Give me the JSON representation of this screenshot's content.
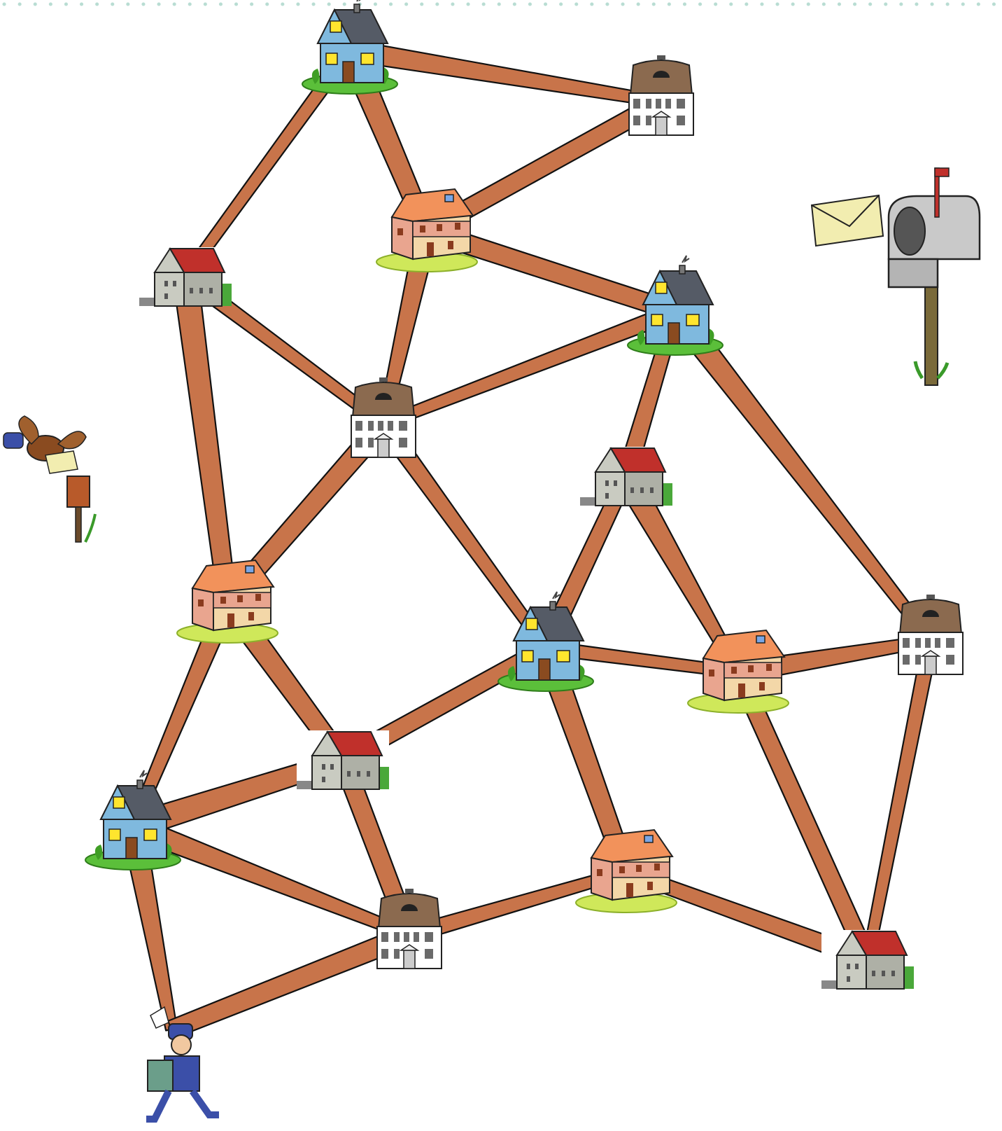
{
  "title": "",
  "border": {
    "style": "dotted",
    "color": "#b9ddd3"
  },
  "colors": {
    "road": "#c8744a",
    "road_outline": "#111111",
    "grass": "#5bbf3a",
    "blue_house_wall": "#7fb9de",
    "blue_house_roof": "#555b66",
    "brown_house_roof": "#8b6a4f",
    "brown_house_wall": "#ffffff",
    "red_house_roof": "#c0302b",
    "red_house_wall": "#c9cbc1",
    "cottage_roof": "#f2925b",
    "cottage_wall": "#e9a58f"
  },
  "houses": [
    {
      "id": "h1",
      "style": "blue-cottage"
    },
    {
      "id": "h2",
      "style": "brown-townhouse"
    },
    {
      "id": "h3",
      "style": "orange-farmhouse"
    },
    {
      "id": "h4",
      "style": "gray-red-roof"
    },
    {
      "id": "h5",
      "style": "blue-cottage"
    },
    {
      "id": "h6",
      "style": "brown-townhouse"
    },
    {
      "id": "h7",
      "style": "gray-red-roof"
    },
    {
      "id": "h8",
      "style": "orange-farmhouse"
    },
    {
      "id": "h9",
      "style": "blue-cottage"
    },
    {
      "id": "h10",
      "style": "brown-townhouse"
    },
    {
      "id": "h11",
      "style": "orange-farmhouse"
    },
    {
      "id": "h12",
      "style": "gray-red-roof"
    },
    {
      "id": "h13",
      "style": "blue-cottage"
    },
    {
      "id": "h14",
      "style": "brown-townhouse"
    },
    {
      "id": "h15",
      "style": "orange-farmhouse"
    },
    {
      "id": "h16",
      "style": "gray-red-roof"
    }
  ],
  "roads": [
    [
      "h1",
      "h4"
    ],
    [
      "h1",
      "h3"
    ],
    [
      "h1",
      "h2"
    ],
    [
      "h2",
      "h3"
    ],
    [
      "h4",
      "h6"
    ],
    [
      "h4",
      "h8"
    ],
    [
      "h3",
      "h6"
    ],
    [
      "h3",
      "h5"
    ],
    [
      "h5",
      "h6"
    ],
    [
      "h5",
      "h7"
    ],
    [
      "h5",
      "h10"
    ],
    [
      "h6",
      "h8"
    ],
    [
      "h6",
      "h9"
    ],
    [
      "h7",
      "h9"
    ],
    [
      "h7",
      "h11"
    ],
    [
      "h8",
      "h12"
    ],
    [
      "h8",
      "h13"
    ],
    [
      "h9",
      "h12"
    ],
    [
      "h9",
      "h11"
    ],
    [
      "h9",
      "h15"
    ],
    [
      "h11",
      "h10"
    ],
    [
      "h11",
      "h16"
    ],
    [
      "h10",
      "h16"
    ],
    [
      "h13",
      "h12"
    ],
    [
      "h13",
      "h14"
    ],
    [
      "h12",
      "h14"
    ],
    [
      "h14",
      "h15"
    ],
    [
      "h15",
      "h16"
    ],
    [
      "h13",
      "postman"
    ],
    [
      "h14",
      "postman"
    ]
  ],
  "decorations": {
    "postman": "postman-icon",
    "mailbox": "mailbox-icon",
    "envelope": "envelope-icon",
    "bird": "bird-with-letter-icon",
    "postbox": "wooden-postbox-icon"
  }
}
